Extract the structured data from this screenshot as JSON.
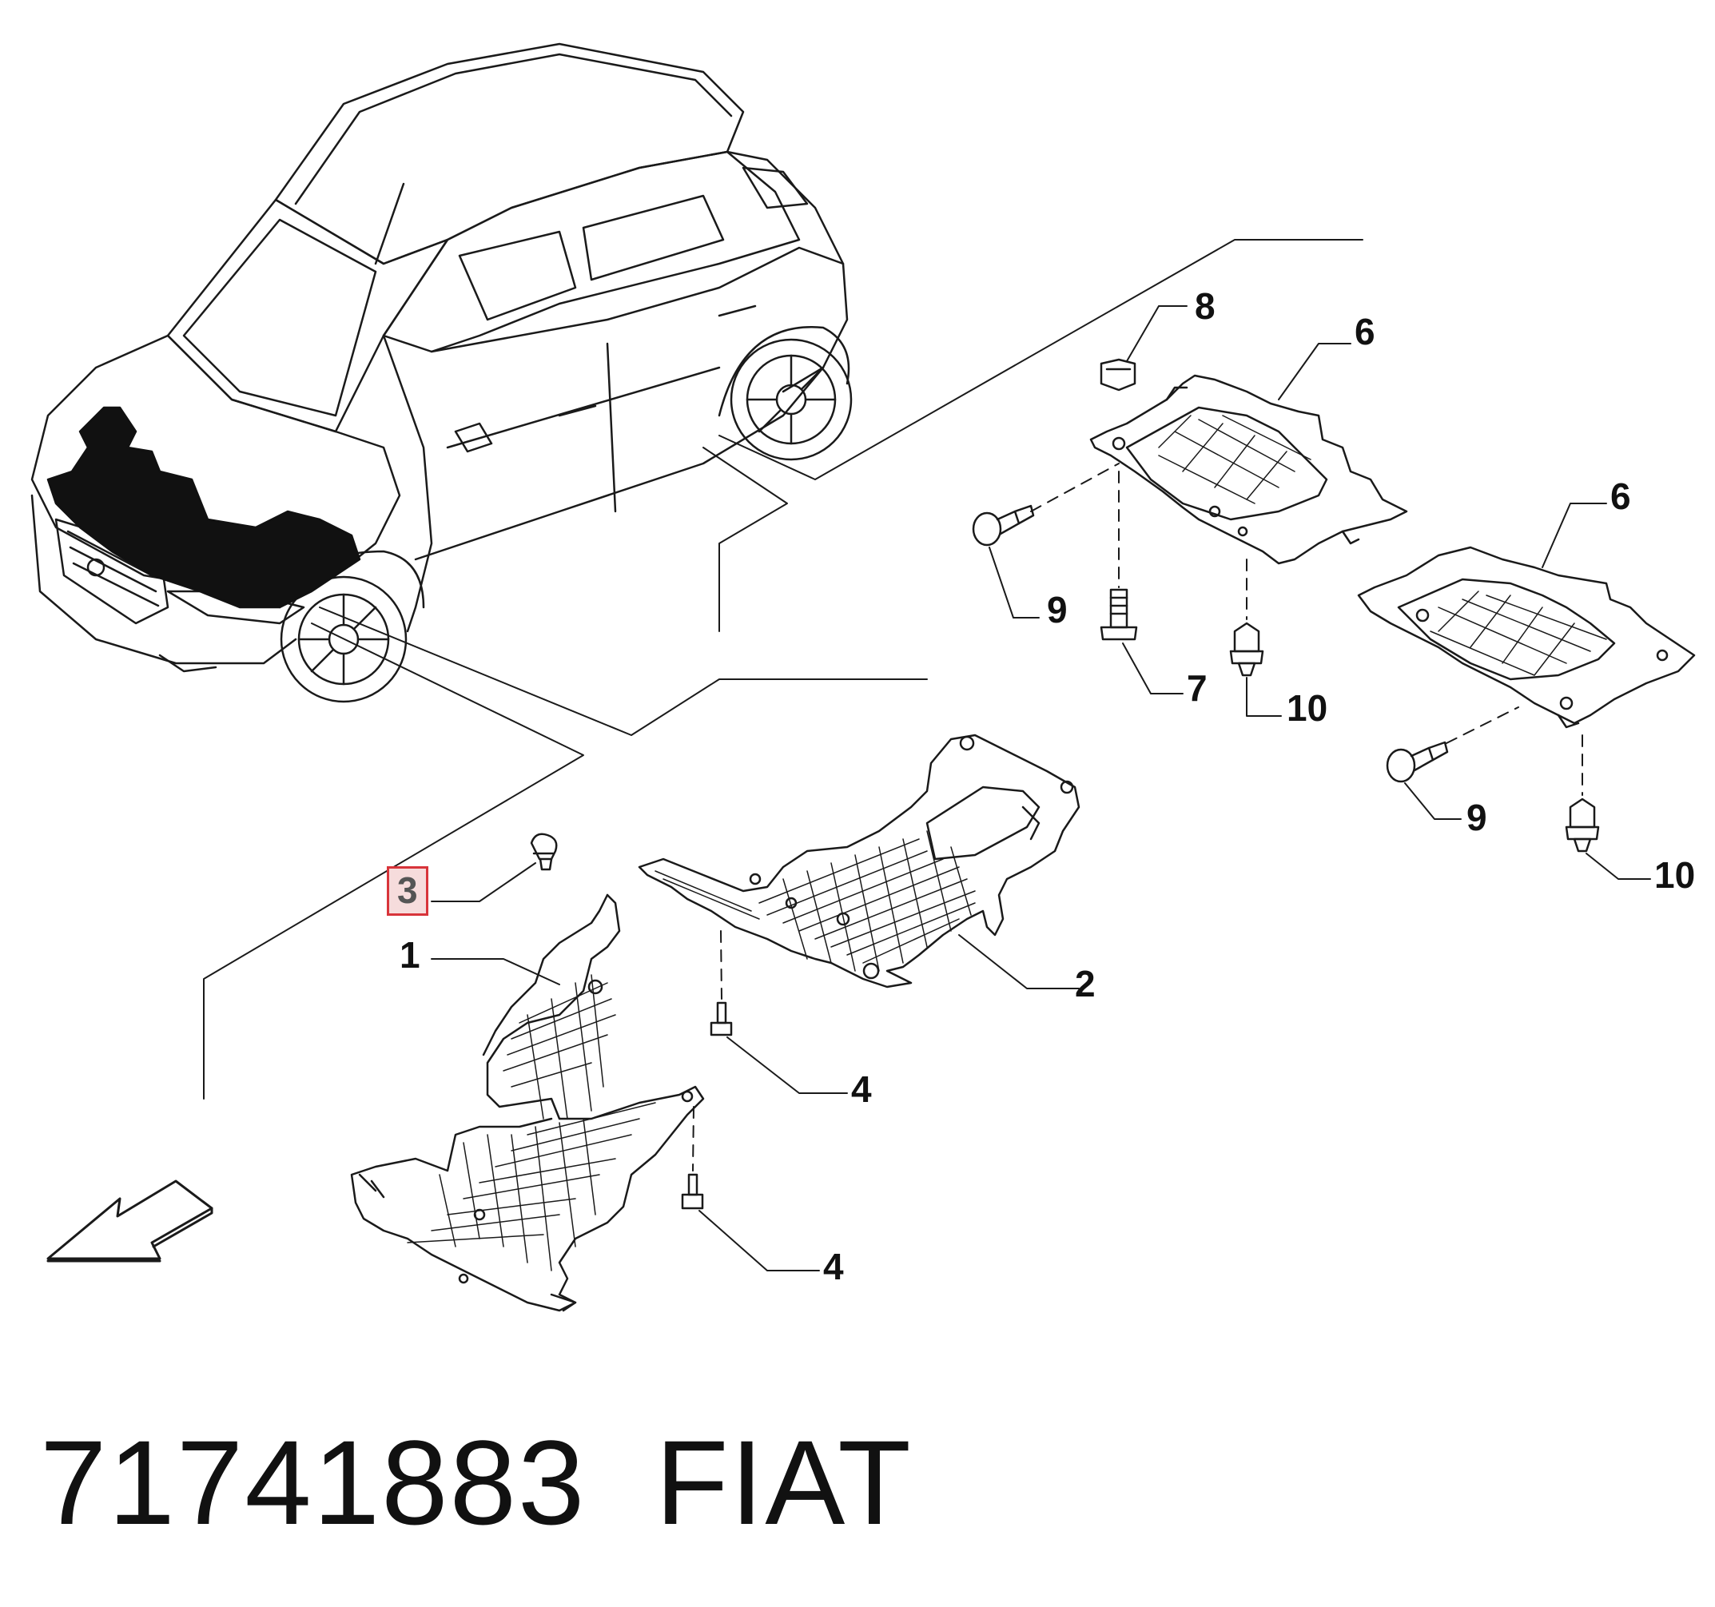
{
  "callouts": [
    {
      "id": "c1",
      "label": "1"
    },
    {
      "id": "c2",
      "label": "2"
    },
    {
      "id": "c3",
      "label": "3",
      "highlighted": true
    },
    {
      "id": "c4a",
      "label": "4"
    },
    {
      "id": "c4b",
      "label": "4"
    },
    {
      "id": "c6a",
      "label": "6"
    },
    {
      "id": "c6b",
      "label": "6"
    },
    {
      "id": "c7",
      "label": "7"
    },
    {
      "id": "c8",
      "label": "8"
    },
    {
      "id": "c9a",
      "label": "9"
    },
    {
      "id": "c9b",
      "label": "9"
    },
    {
      "id": "c10a",
      "label": "10"
    },
    {
      "id": "c10b",
      "label": "10"
    }
  ],
  "footer": {
    "part_number": "71741883",
    "brand": "FIAT"
  },
  "colors": {
    "line": "#1a1a1a",
    "highlight_border": "#d8343a",
    "highlight_fill": "#f6dcdc"
  },
  "icons": {
    "direction_arrow": "front-direction-arrow-icon"
  }
}
